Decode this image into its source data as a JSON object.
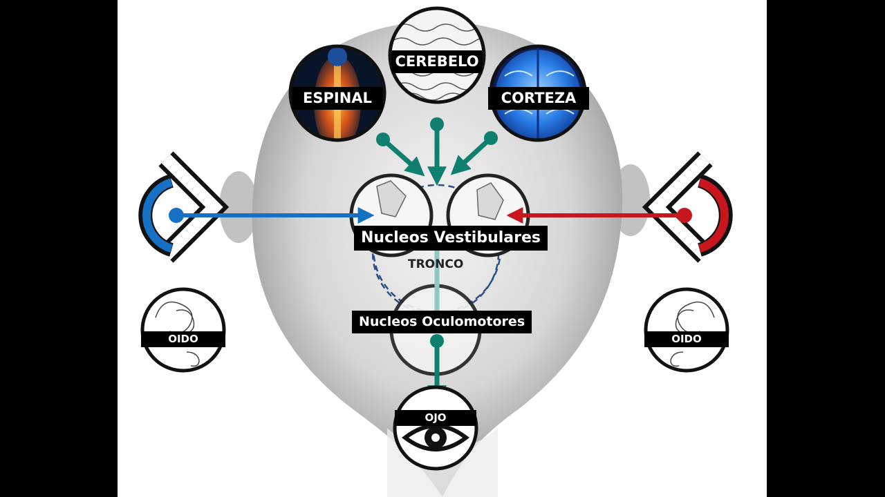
{
  "sources": {
    "espinal": "ESPINAL",
    "cerebelo": "CEREBELO",
    "corteza": "CORTEZA"
  },
  "nuclei": {
    "vestibulares": "Nucleos Vestibulares",
    "oculomotores": "Nucleos Oculomotores",
    "tronco": "TRONCO"
  },
  "ears": {
    "left": "OIDO",
    "right": "OIDO"
  },
  "eye": "OJO",
  "colors": {
    "teal": "#0f7f6f",
    "blue": "#1670c4",
    "red": "#c8161d",
    "dashed": "#2a4e8a"
  }
}
